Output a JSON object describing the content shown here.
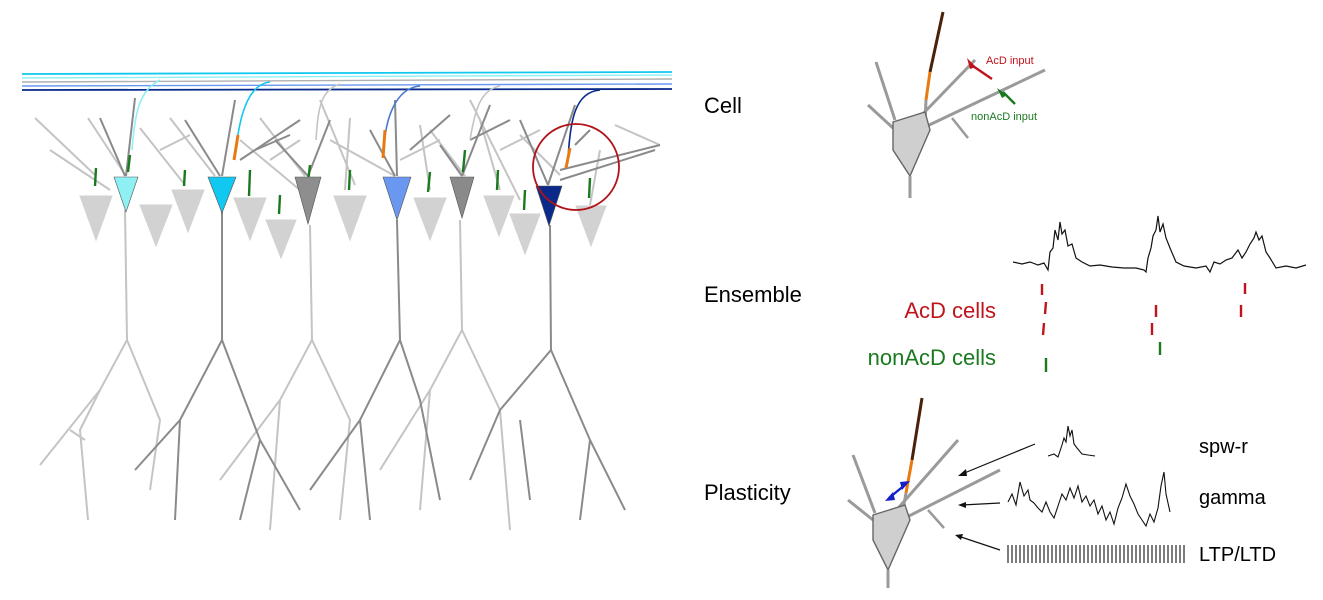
{
  "sections": {
    "cell": "Cell",
    "ensemble": "Ensemble",
    "plasticity": "Plasticity"
  },
  "cell_panel": {
    "acd_input": "AcD input",
    "nonacd_input": "nonAcD input"
  },
  "ensemble_panel": {
    "acd_cells": "AcD cells",
    "nonacd_cells": "nonAcD cells"
  },
  "plasticity_panel": {
    "spw_r": "spw-r",
    "gamma": "gamma",
    "ltp_ltd": "LTP/LTD"
  },
  "colors": {
    "acd": "#c0141c",
    "nonacd": "#1a7a20",
    "axon": "#e87a10",
    "soma_grey": "#c8c8c8",
    "cyan_light": "#8ff0f4",
    "cyan": "#10c8f0",
    "blue_mid": "#6a98f0",
    "navy": "#0a2a8a"
  }
}
